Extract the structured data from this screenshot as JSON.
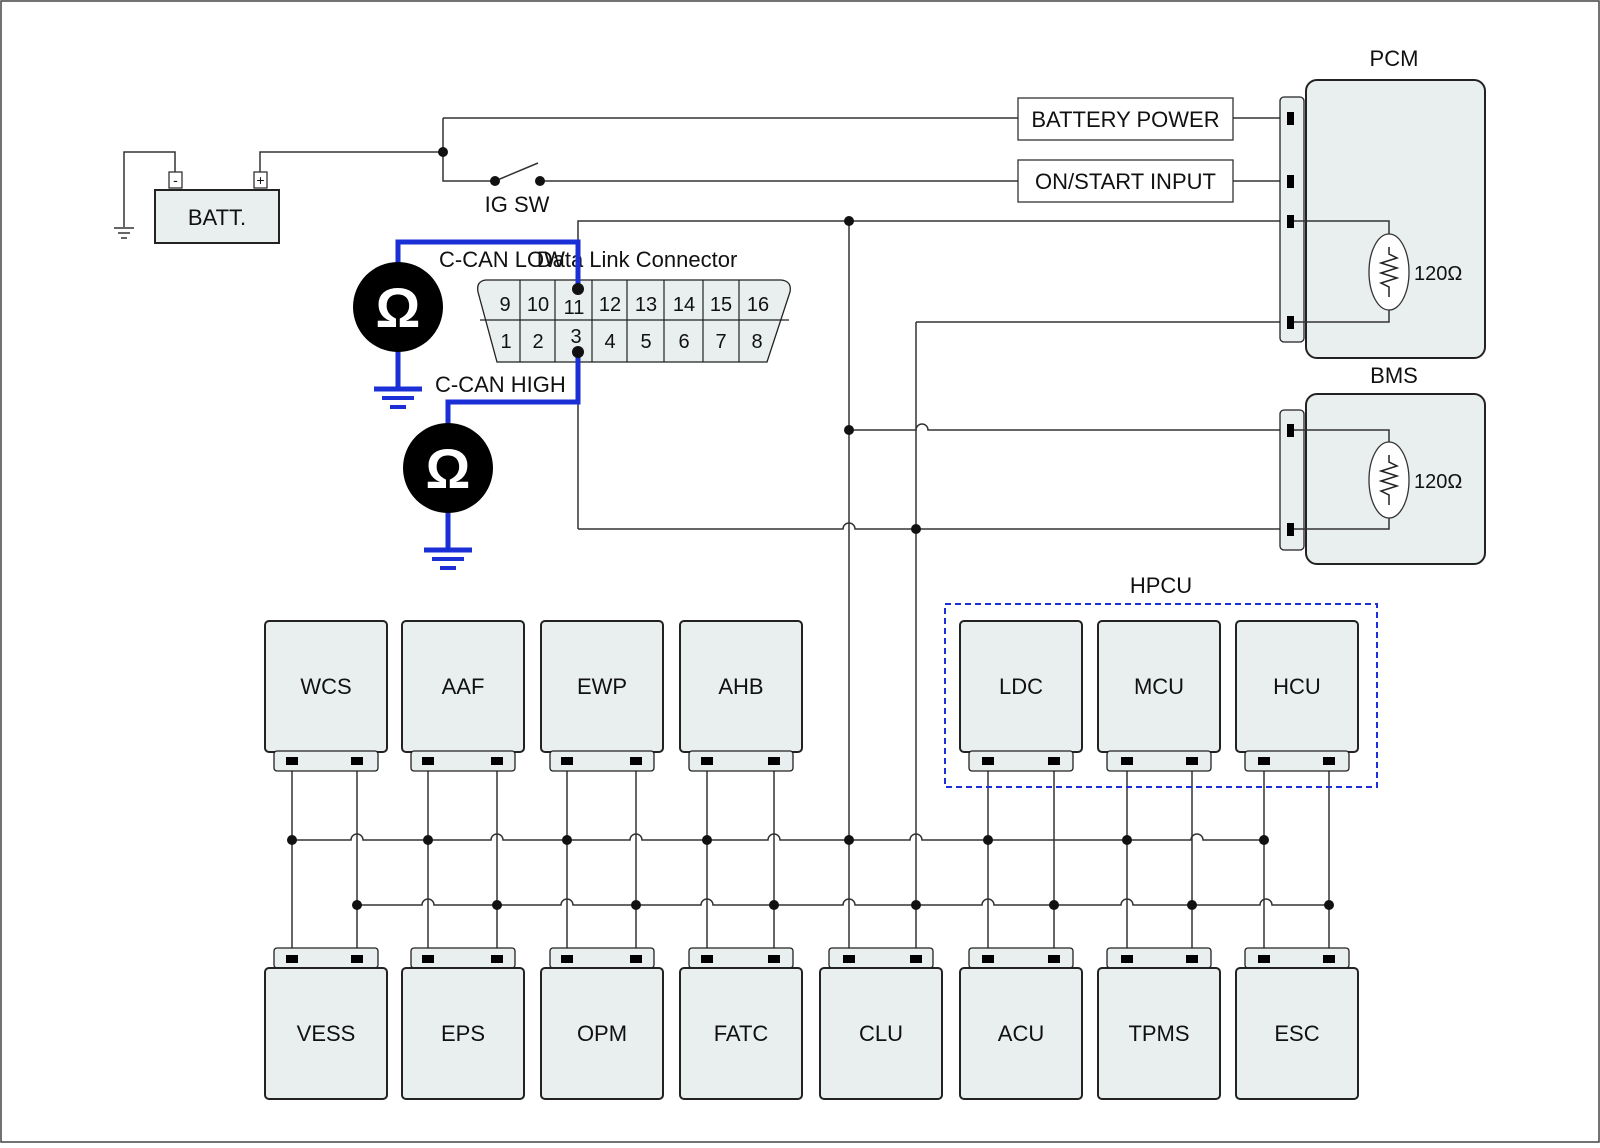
{
  "battery": {
    "label": "BATT.",
    "neg": "-",
    "pos": "+"
  },
  "switch_label": "IG SW",
  "inputs": {
    "battery_power": "BATTERY POWER",
    "on_start": "ON/START INPUT"
  },
  "dlc": {
    "title": "Data Link Connector",
    "top_pins": [
      "9",
      "10",
      "11",
      "12",
      "13",
      "14",
      "15",
      "16"
    ],
    "bottom_pins": [
      "1",
      "2",
      "3",
      "4",
      "5",
      "6",
      "7",
      "8"
    ]
  },
  "can_low_label": "C-CAN LOW",
  "can_high_label": "C-CAN HIGH",
  "ohmmeter_symbol": "Ω",
  "pcm": {
    "label": "PCM",
    "resistor": "120Ω"
  },
  "bms": {
    "label": "BMS",
    "resistor": "120Ω"
  },
  "hpcu_label": "HPCU",
  "top_modules": [
    "WCS",
    "AAF",
    "EWP",
    "AHB",
    "LDC",
    "MCU",
    "HCU"
  ],
  "bottom_modules": [
    "VESS",
    "EPS",
    "OPM",
    "FATC",
    "CLU",
    "ACU",
    "TPMS",
    "ESC"
  ],
  "colors": {
    "measurement_wire": "#1a2fd6",
    "hpcu_border": "#1a2fd6",
    "module_fill": "#e9eeee"
  }
}
